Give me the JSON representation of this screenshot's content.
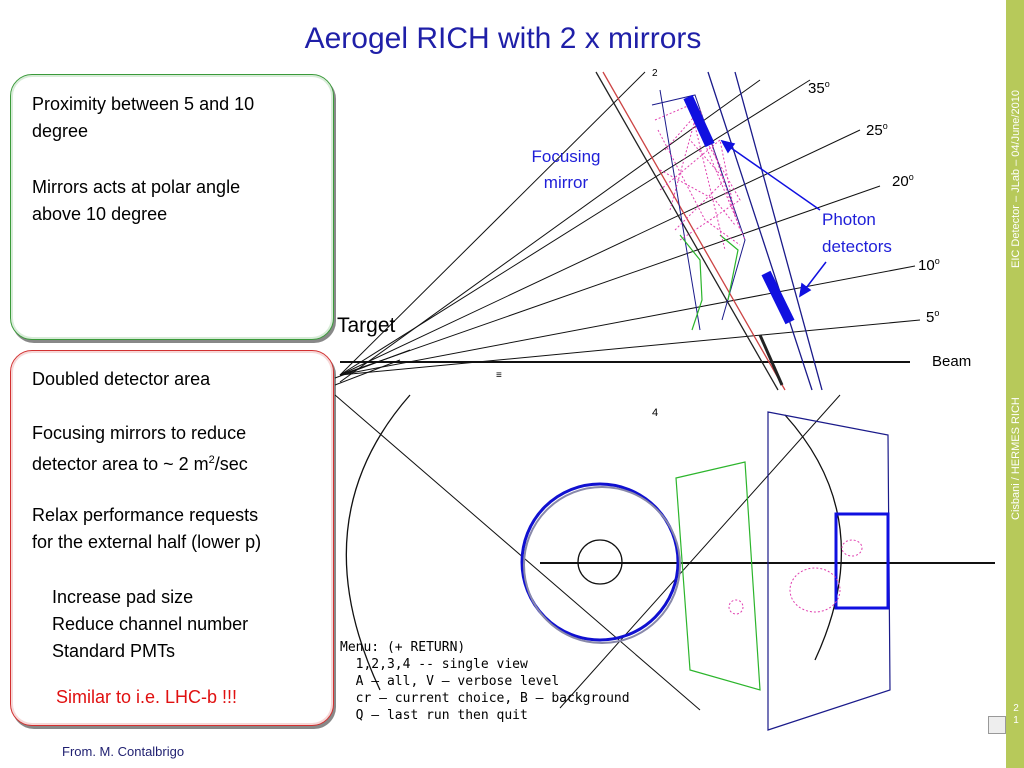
{
  "title": "Aerogel RICH with 2 x mirrors",
  "sidebar": {
    "top_text": "EIC Detector – JLab – 04/June/2010",
    "bottom_text": "Cisbani / HERMES RICH",
    "page_number": "2",
    "page_number_2": "1"
  },
  "green_box": {
    "line1": " Proximity between 5 and 10",
    "line2": "degree",
    "line3": "Mirrors acts at polar angle",
    "line4": "above 10 degree"
  },
  "red_box": {
    "line1": "Doubled detector area",
    "line2": "Focusing mirrors to reduce",
    "line3_pre": "detector area to ~ 2 m",
    "line3_sup": "2",
    "line3_post": "/sec",
    "line4": "Relax performance requests",
    "line5": "for the external half (lower p)",
    "line6": "Increase pad size",
    "line7": "Reduce channel number",
    "line8": "Standard PMTs",
    "highlight": "Similar to i.e. LHC-b !!!"
  },
  "diagram": {
    "target_label": "Target",
    "focusing_label_1": "Focusing",
    "focusing_label_2": "mirror",
    "photon_label_1": "Photon",
    "photon_label_2": "detectors",
    "beam_label": "Beam",
    "angle_35": "35",
    "angle_25": "25",
    "angle_20": "20",
    "angle_10": "10",
    "angle_5": "5",
    "degree_symbol": "o",
    "view_number_top": "2",
    "view_number_bottom": "4",
    "small_mark": "≡"
  },
  "menu": {
    "line1": "Menu: (+ RETURN)",
    "line2": "  1,2,3,4 -- single view",
    "line3": "  A — all, V — verbose level",
    "line4": "  cr — current choice, B — background",
    "line5": "  Q — last run then quit"
  },
  "credit": "From. M. Contalbrigo",
  "colors": {
    "title": "#1f1fa8",
    "sidebar": "#b7c95a",
    "label_blue": "#1f1fd8",
    "highlight_red": "#e01010"
  }
}
